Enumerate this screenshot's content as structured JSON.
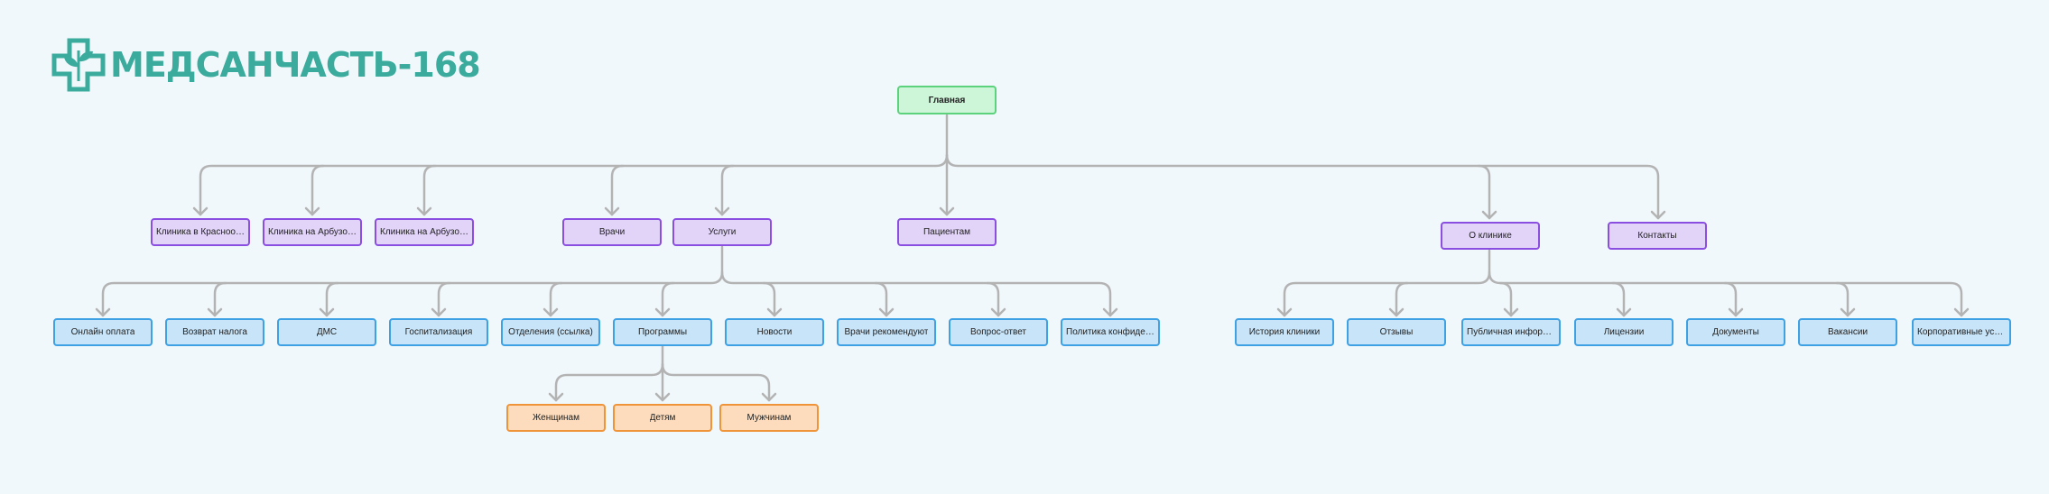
{
  "brand": {
    "name": "МЕДСАНЧАСТЬ-168",
    "icon": "medical-cross-leaf-icon",
    "color": "#3aab9c"
  },
  "root": {
    "label": "Главная"
  },
  "level1": [
    "Клиника в Краснообс…",
    "Клиника на Арбузова…",
    "Клиника на Арбузова 6",
    "Врачи",
    "Услуги",
    "Пациентам",
    "О клинике",
    "Контакты"
  ],
  "services_children": [
    "Онлайн оплата",
    "Возврат налога",
    "ДМС",
    "Госпитализация",
    "Отделения (ссылка)",
    "Программы",
    "Новости",
    "Врачи рекомендуют",
    "Вопрос-ответ",
    "Политика конфиденц…"
  ],
  "about_children": [
    "История клиники",
    "Отзывы",
    "Публичная информац…",
    "Лицензии",
    "Документы",
    "Вакансии",
    "Корпоративные услуги"
  ],
  "programs_children": [
    "Женщинам",
    "Детям",
    "Мужчинам"
  ],
  "colors": {
    "root": "#5dd27d",
    "level1": "#8a4ee1",
    "level2": "#3ea1e4",
    "level3": "#f0943a",
    "connector": "#b3b3b3",
    "background": "#f1f8fc"
  }
}
